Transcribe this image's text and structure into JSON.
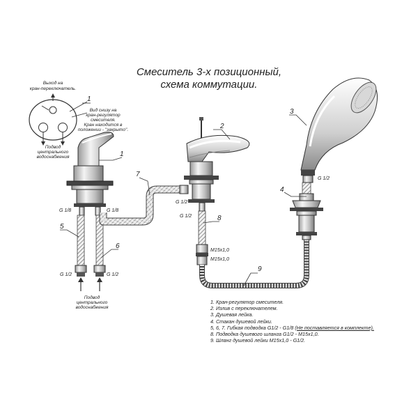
{
  "title": {
    "line1": "Смеситель 3-х позиционный,",
    "line2": "схема коммутации."
  },
  "inset": {
    "top_label": [
      "Выход на",
      "кран-переключатель."
    ],
    "side_label": [
      "Вид снизу на",
      "кран-регулятор",
      "смесителя.",
      "Кран находится в",
      "положении - \"закрыто\"."
    ],
    "bottom_label": [
      "Подвод",
      "центрального",
      "водоснабжения"
    ],
    "number": "1"
  },
  "callouts": {
    "n1": "1",
    "n2": "2",
    "n3": "3",
    "n4": "4",
    "n5": "5",
    "n6": "6",
    "n7": "7",
    "n8": "8",
    "n9": "9"
  },
  "fittings": {
    "g18_left": "G 1/8",
    "g18_right": "G 1/8",
    "g12_left": "G 1/2",
    "g12_right": "G 1/2",
    "g12_spout_a": "G 1/2",
    "g12_spout_b": "G 1/2",
    "g12_head": "G 1/2",
    "m15_a": "M15x1,0",
    "m15_b": "M15x1,0"
  },
  "supply_label": [
    "Подвод",
    "центрального",
    "водоснабжения"
  ],
  "legend": [
    "1. Кран-регулятор смесителя.",
    "2. Излив с переключателем.",
    "3. Душевая лейка.",
    "4. Стакан душевой лейки.",
    "5, 6, 7. Гибкая подводка G1/2 - G1/8",
    "(Не поставляется в комплекте).",
    "8. Подводка душевого шланга G1/2 - M15x1,0.",
    "9. Шланг душевой лейки M15x1,0 - G1/2."
  ]
}
